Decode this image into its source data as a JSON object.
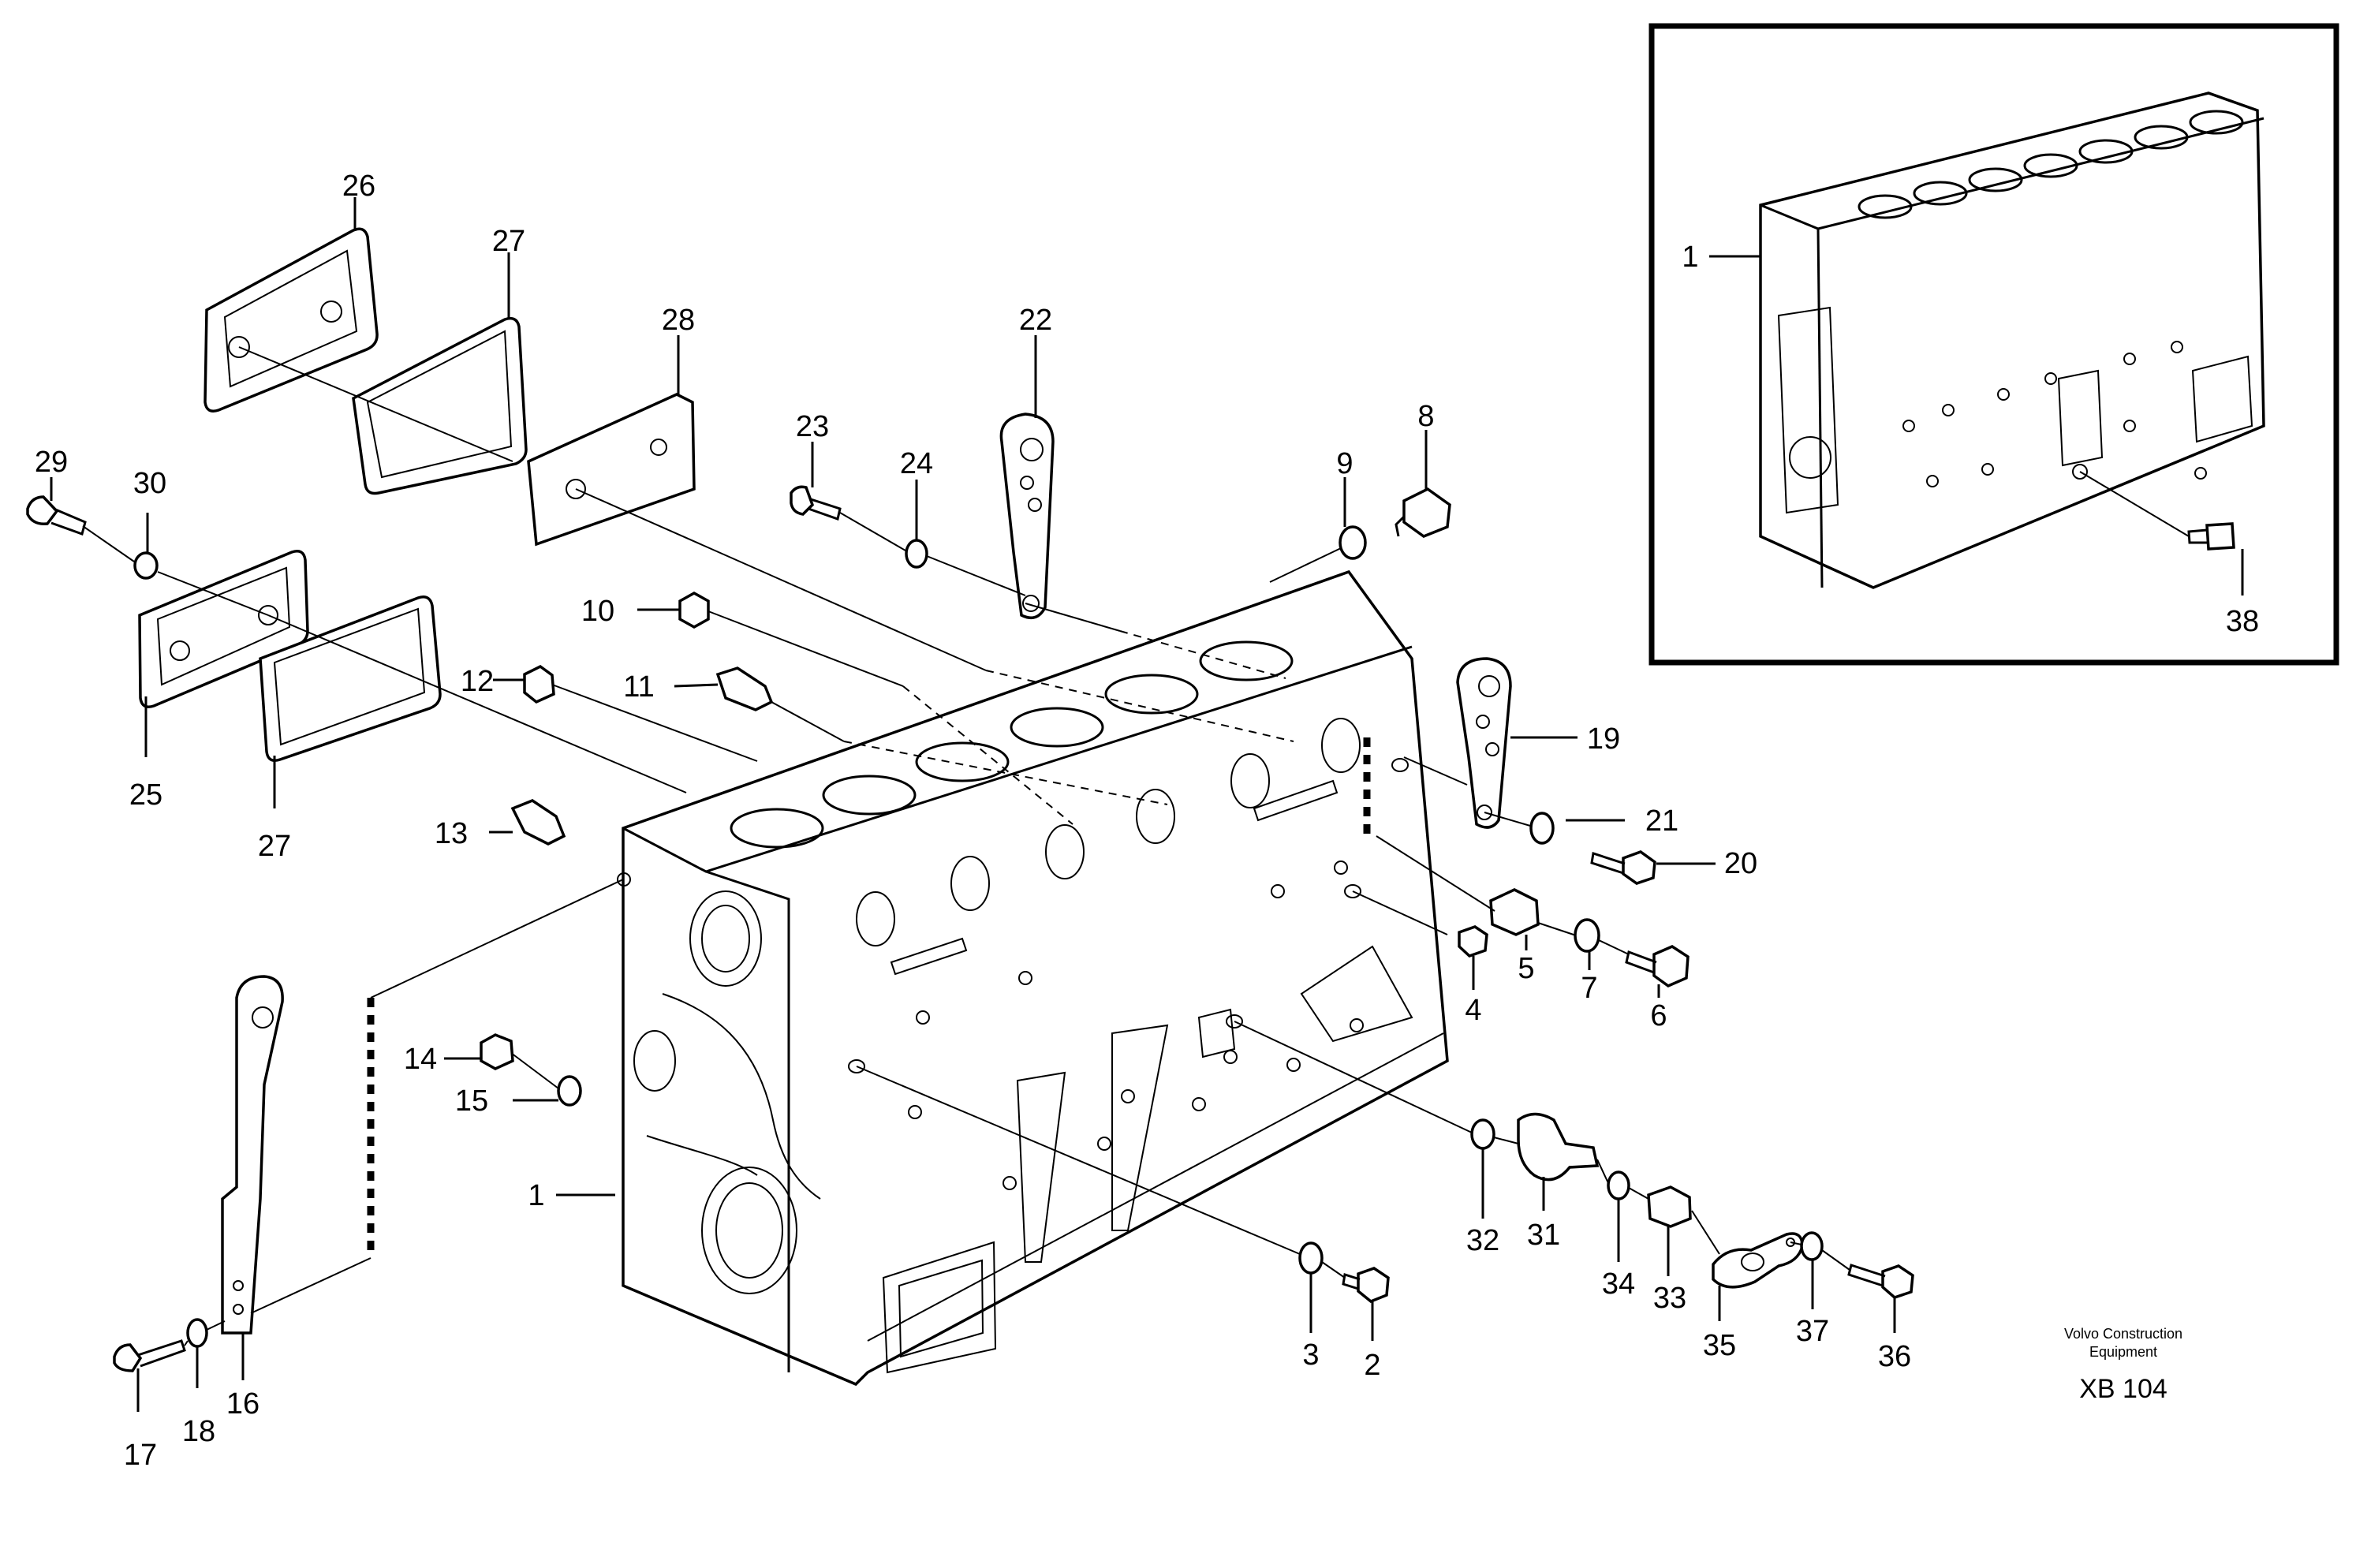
{
  "diagram": {
    "callouts": {
      "c1": "1",
      "c2": "2",
      "c3": "3",
      "c4": "4",
      "c5": "5",
      "c6": "6",
      "c7": "7",
      "c8": "8",
      "c9": "9",
      "c10": "10",
      "c11": "11",
      "c12": "12",
      "c13": "13",
      "c14": "14",
      "c15": "15",
      "c16": "16",
      "c17": "17",
      "c18": "18",
      "c19": "19",
      "c20": "20",
      "c21": "21",
      "c22": "22",
      "c23": "23",
      "c24": "24",
      "c25": "25",
      "c26": "26",
      "c27": "27",
      "c28": "28",
      "c29": "29",
      "c30": "30",
      "c31": "31",
      "c32": "32",
      "c33": "33",
      "c34": "34",
      "c35": "35",
      "c36": "36",
      "c37": "37",
      "c38": "38"
    },
    "inset_callouts": {
      "c1": "1",
      "c38": "38"
    },
    "brand_line1": "Volvo Construction",
    "brand_line2": "Equipment",
    "drawing_code": "XB 104"
  }
}
